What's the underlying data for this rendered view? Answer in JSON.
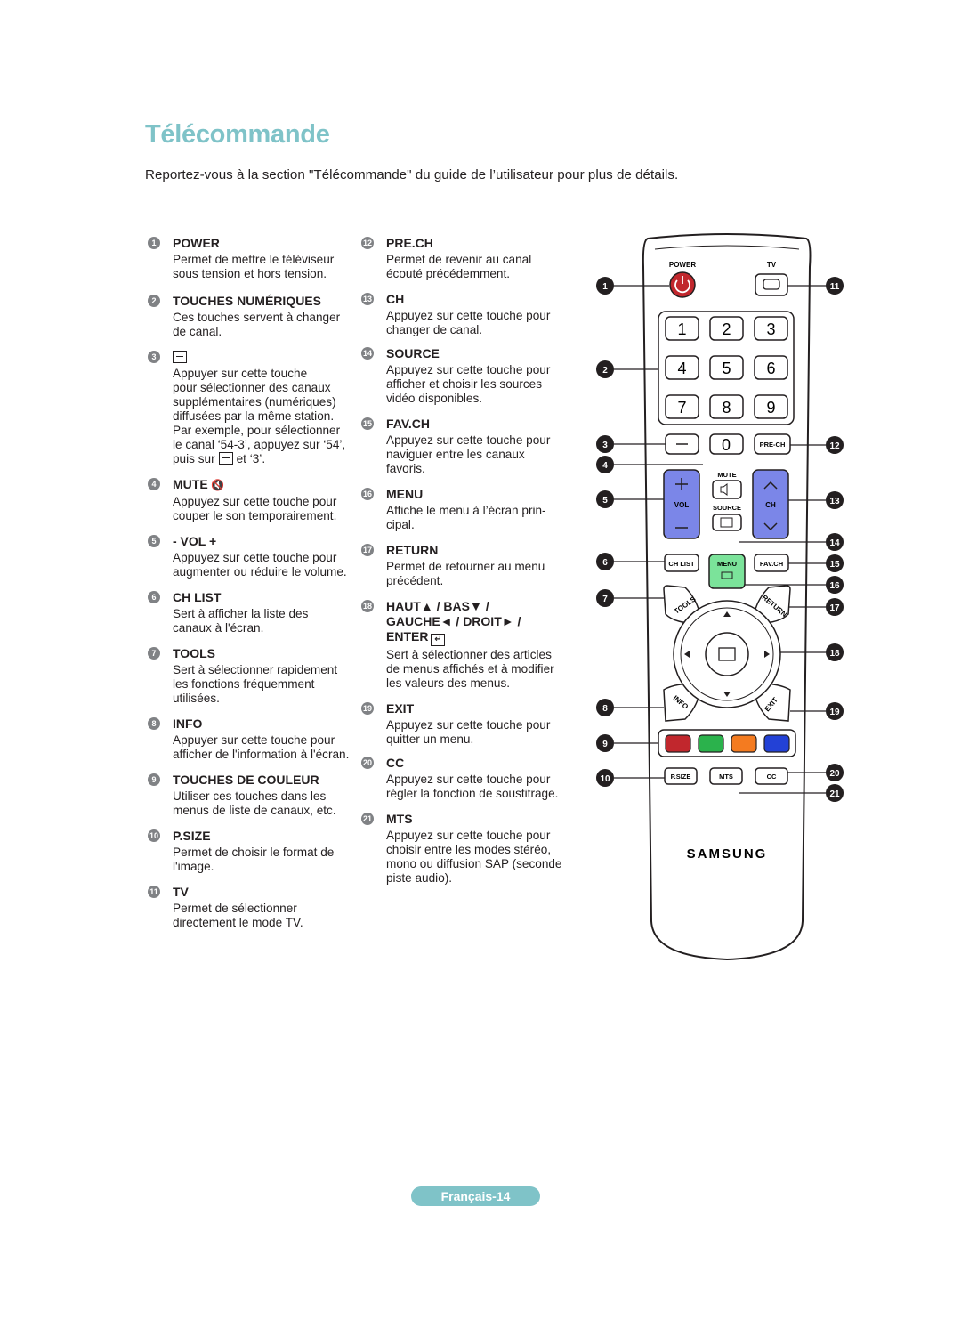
{
  "title": "Télécommande",
  "intro": "Reportez-vous à la section \"Télécommande\" du guide de l’utilisateur pour plus de détails.",
  "left_items": [
    {
      "n": "1",
      "head": "POWER",
      "desc": "Permet de mettre le téléviseur\nsous tension et hors tension."
    },
    {
      "n": "2",
      "head": "TOUCHES NUMÉRIQUES",
      "desc": "Ces touches servent à changer\nde canal."
    },
    {
      "n": "3",
      "head": "",
      "desc": "Appuyer sur cette touche\npour sélectionner des canaux\nsupplémentaires (numériques)\ndiffusées par la même station.\nPar exemple, pour sélectionner\nle canal ‘54-3’, appuyez sur ‘54’,"
    },
    {
      "n": "4",
      "head": "MUTE",
      "desc": "Appuyez sur cette touche pour\ncouper le son temporairement."
    },
    {
      "n": "5",
      "head": "- VOL +",
      "desc": "Appuyez sur cette touche pour\naugmenter ou réduire le volume."
    },
    {
      "n": "6",
      "head": "CH LIST",
      "desc": "Sert à afficher la liste des\ncanaux à l'écran."
    },
    {
      "n": "7",
      "head": "TOOLS",
      "desc": "Sert à sélectionner rapidement\nles fonctions fréquemment\nutilisées."
    },
    {
      "n": "8",
      "head": "INFO",
      "desc": "Appuyer sur cette touche pour\nafficher de l'information à l'écran."
    },
    {
      "n": "9",
      "head": "TOUCHES DE COULEUR",
      "desc": "Utiliser ces touches dans les\nmenus de liste de canaux, etc."
    },
    {
      "n": "10",
      "head": "P.SIZE",
      "desc": "Permet de choisir le format de\nl'image."
    },
    {
      "n": "11",
      "head": "TV",
      "desc": "Permet de sélectionner\ndirectement le mode TV."
    }
  ],
  "item3_tail_a": "puis sur",
  "item3_tail_b": "et ‘3’.",
  "right_items": [
    {
      "n": "12",
      "head": "PRE.CH",
      "desc": "Permet de revenir au canal\nécouté précédemment."
    },
    {
      "n": "13",
      "head": "CH",
      "desc": "Appuyez sur cette touche pour\nchanger de canal."
    },
    {
      "n": "14",
      "head": "SOURCE",
      "desc": "Appuyez sur cette touche pour\nafficher et choisir les sources\nvidéo disponibles."
    },
    {
      "n": "15",
      "head": "FAV.CH",
      "desc": "Appuyez sur cette touche pour\nnaviguer entre les canaux\nfavoris."
    },
    {
      "n": "16",
      "head": "MENU",
      "desc": "Affiche le menu à l’écran prin-\ncipal."
    },
    {
      "n": "17",
      "head": "RETURN",
      "desc": "Permet de retourner au menu\nprécédent."
    },
    {
      "n": "18",
      "head": "HAUT▲ / BAS▼ /\nGAUCHE◄ / DROIT► /\nENTER",
      "desc": "Sert à sélectionner des articles\nde menus affichés et à modifier\nles valeurs des menus."
    },
    {
      "n": "19",
      "head": "EXIT",
      "desc": "Appuyez sur cette touche pour\nquitter un menu."
    },
    {
      "n": "20",
      "head": "CC",
      "desc": "Appuyez sur cette touche pour\nrégler la fonction de soustitrage."
    },
    {
      "n": "21",
      "head": "MTS",
      "desc": "Appuyez sur cette touche pour\nchoisir entre les modes stéréo,\nmono ou diffusion SAP (seconde\npiste audio)."
    }
  ],
  "remote": {
    "power": "POWER",
    "tv": "TV",
    "digits": [
      "1",
      "2",
      "3",
      "4",
      "5",
      "6",
      "7",
      "8",
      "9",
      "0"
    ],
    "prech": "PRE-CH",
    "mute": "MUTE",
    "vol": "VOL",
    "source": "SOURCE",
    "ch": "CH",
    "chlist": "CH LIST",
    "menu": "MENU",
    "favch": "FAV.CH",
    "tools": "TOOLS",
    "return": "RETURN",
    "info": "INFO",
    "exit": "EXIT",
    "psize": "P.SIZE",
    "mts": "MTS",
    "cc": "CC",
    "brand": "SAMSUNG",
    "color_keys": [
      "#c1272d",
      "#2bb24c",
      "#f47b20",
      "#2341d6"
    ],
    "callouts": [
      "1",
      "2",
      "3",
      "4",
      "5",
      "6",
      "7",
      "8",
      "9",
      "10",
      "11",
      "12",
      "13",
      "14",
      "15",
      "16",
      "17",
      "18",
      "19",
      "20",
      "21"
    ]
  },
  "footer": "Français-14"
}
